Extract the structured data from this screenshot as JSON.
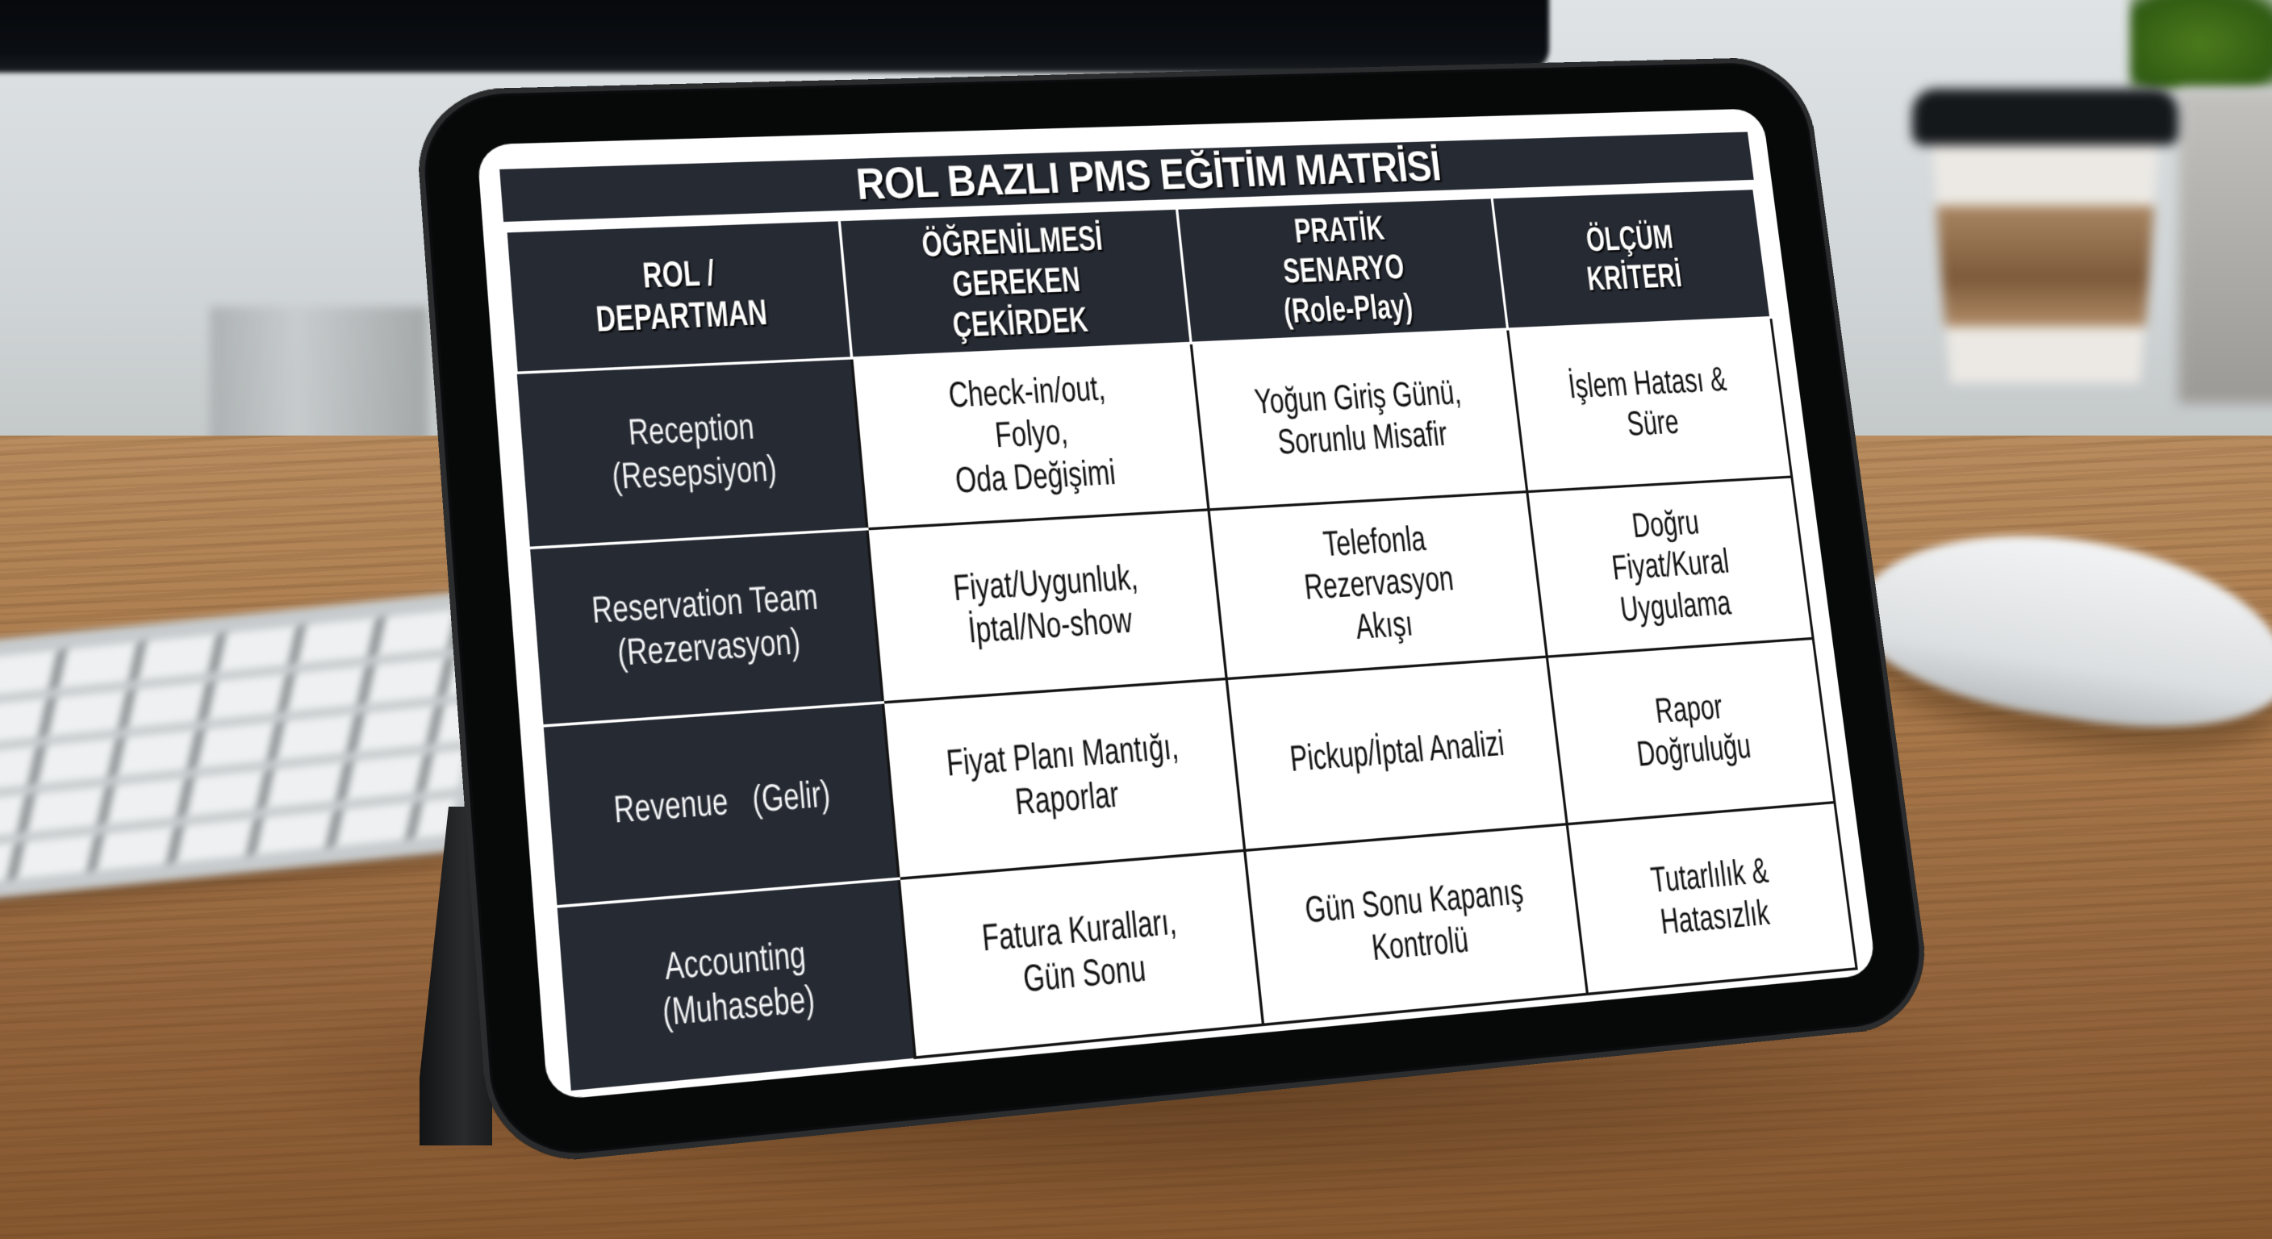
{
  "screen": {
    "title": "ROL BAZLI PMS EĞİTİM MATRİSİ",
    "columns": [
      [
        "ROL / DEPARTMAN"
      ],
      [
        "ÖĞRENİLMESİ",
        "GEREKEN ÇEKİRDEK"
      ],
      [
        "PRATİK SENARYO",
        "(Role-Play)"
      ],
      [
        "ÖLÇÜM KRİTERİ"
      ]
    ],
    "rows": [
      {
        "role": [
          "Reception",
          "(Resepsiyon)"
        ],
        "core": [
          "Check-in/out, Folyo,",
          "Oda Değişimi"
        ],
        "scenario": [
          "Yoğun Giriş Günü,",
          "Sorunlu Misafir"
        ],
        "metric": [
          "İşlem Hatası & Süre"
        ]
      },
      {
        "role": [
          "Reservation Team",
          "(Rezervasyon)"
        ],
        "core": [
          "Fiyat/Uygunluk,",
          "İptal/No-show"
        ],
        "scenario": [
          "Telefonla Rezervasyon",
          "Akışı"
        ],
        "metric": [
          "Doğru Fiyat/Kural",
          "Uygulama"
        ]
      },
      {
        "role": [
          "Revenue",
          "(Gelir)"
        ],
        "core": [
          "Fiyat Planı Mantığı,",
          "Raporlar"
        ],
        "scenario": [
          "Pickup/İptal Analizi"
        ],
        "metric": [
          "Rapor Doğruluğu"
        ]
      },
      {
        "role": [
          "Accounting",
          "(Muhasebe)"
        ],
        "core": [
          "Fatura Kuralları,",
          "Gün Sonu"
        ],
        "scenario": [
          "Gün Sonu Kapanış",
          "Kontrolü"
        ],
        "metric": [
          "Tutarlılık & Hatasızlık"
        ]
      }
    ]
  },
  "colors": {
    "header_fill": "#262a33",
    "header_text": "#ffffff",
    "cell_fill": "#ffffff",
    "cell_text": "#121212",
    "grid_line": "#151515",
    "tablet_bezel": "#070808",
    "desk_wood": "#a8784a"
  },
  "scene": {
    "objects": [
      "monitor-stand",
      "keyboard",
      "tablet-with-stand",
      "coffee-cup",
      "mouse",
      "plant"
    ]
  }
}
